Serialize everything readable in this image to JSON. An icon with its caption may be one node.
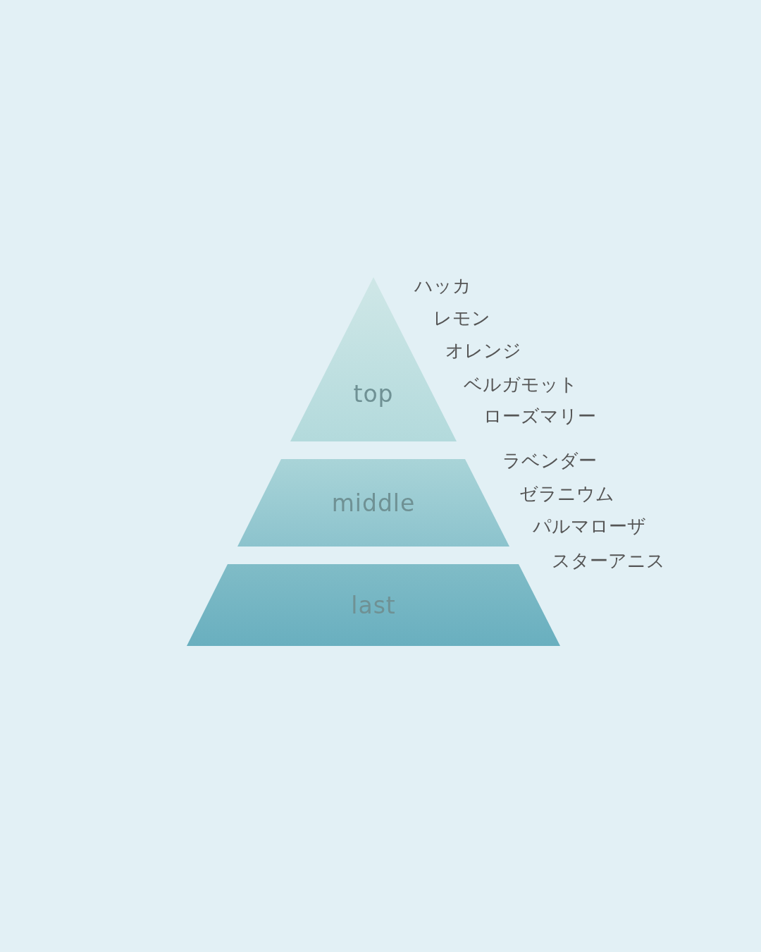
{
  "diagram": {
    "nodes": [
      {
        "text": [
          "top"
        ]
      },
      {
        "text": [
          "middle"
        ]
      },
      {
        "text": [
          "last"
        ]
      }
    ],
    "labels": [
      "ハッカ",
      "レモン",
      "オレンジ",
      "ベルガモット",
      "ローズマリー",
      "ラベンダー",
      "ゼラニウム",
      "パルマローザ",
      "スターアニス"
    ]
  }
}
